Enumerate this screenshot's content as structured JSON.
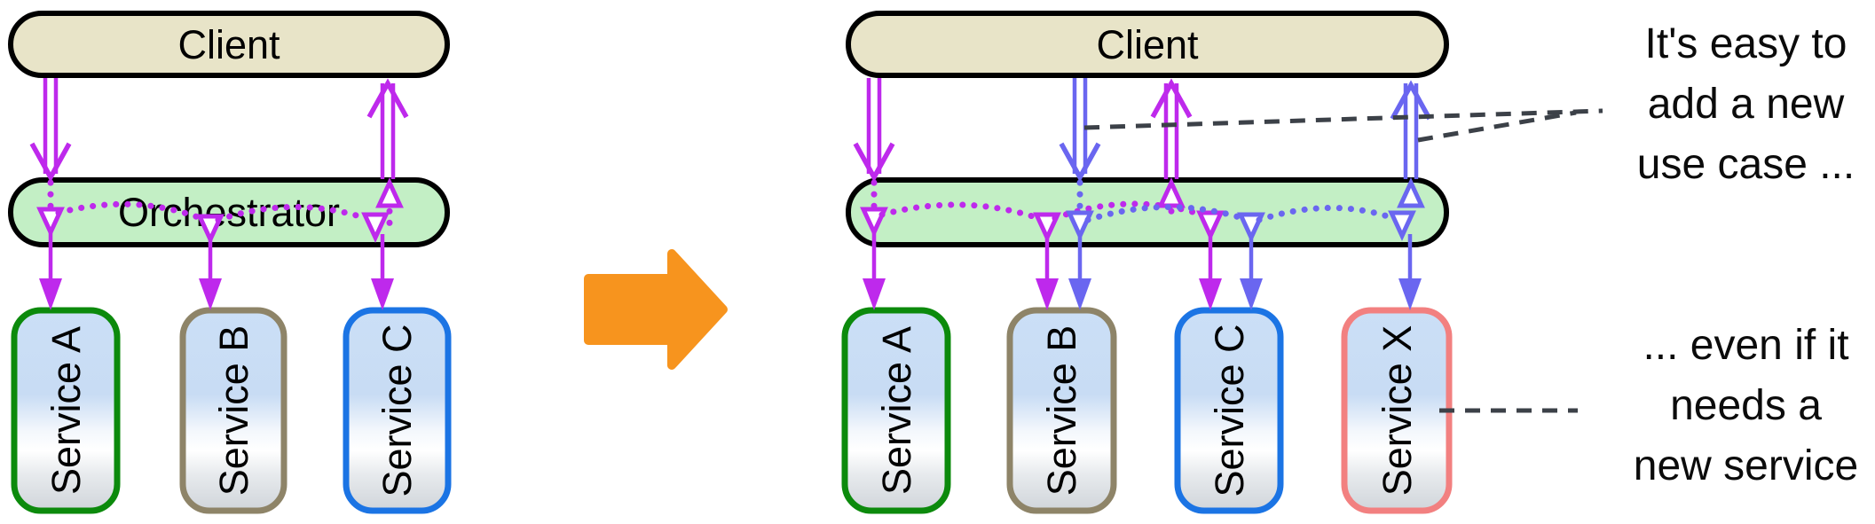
{
  "left_diagram": {
    "client_label": "Client",
    "orchestrator_label": "Orchestrator",
    "services": [
      {
        "label": "Service A",
        "border_color": "#0c8a0c"
      },
      {
        "label": "Service B",
        "border_color": "#8e8468"
      },
      {
        "label": "Service C",
        "border_color": "#1b74e4"
      }
    ]
  },
  "right_diagram": {
    "client_label": "Client",
    "services": [
      {
        "label": "Service A",
        "border_color": "#0c8a0c"
      },
      {
        "label": "Service B",
        "border_color": "#8e8468"
      },
      {
        "label": "Service C",
        "border_color": "#1b74e4"
      },
      {
        "label": "Service X",
        "border_color": "#f28080"
      }
    ]
  },
  "annotations": {
    "use_case_note": "It's easy to\nadd a new\nuse case ...",
    "new_service_note": "... even if it\nneeds a\nnew service"
  },
  "colors": {
    "magenta": "#be29ec",
    "blue": "#6a66f0",
    "client_fill": "#e8e4c8",
    "orchestrator_fill": "#c3efc5",
    "transform_arrow": "#f7941e",
    "note_dash": "#3c4148",
    "service_fill_top": "#cbdff6",
    "service_fill_bottom": "#d0d5da"
  }
}
